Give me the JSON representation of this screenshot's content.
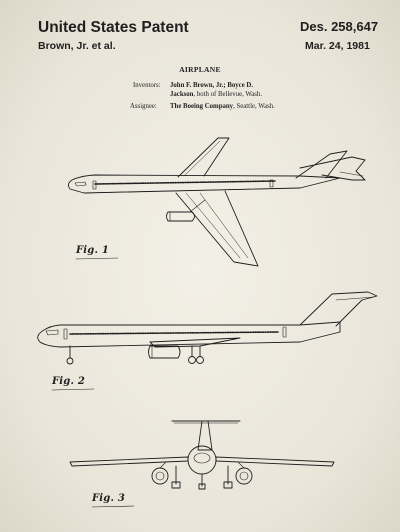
{
  "header": {
    "title": "United States Patent",
    "inventor_short": "Brown, Jr. et al.",
    "patent_number": "Des. 258,647",
    "date": "Mar. 24, 1981"
  },
  "document": {
    "title": "AIRPLANE",
    "inventors_label": "Inventors:",
    "inventors_line1": "John F. Brown, Jr.; Boyce D.",
    "inventors_line2_name": "Jackson",
    "inventors_line2_rest": ", both of Bellevue, Wash.",
    "assignee_label": "Assignee:",
    "assignee_name": "The Boeing Company",
    "assignee_rest": ", Seattle, Wash."
  },
  "figures": {
    "fig1_label": "Fig. 1",
    "fig2_label": "Fig. 2",
    "fig3_label": "Fig. 3"
  },
  "colors": {
    "paper": "#ebe7dc",
    "ink": "#1f1f1f"
  }
}
